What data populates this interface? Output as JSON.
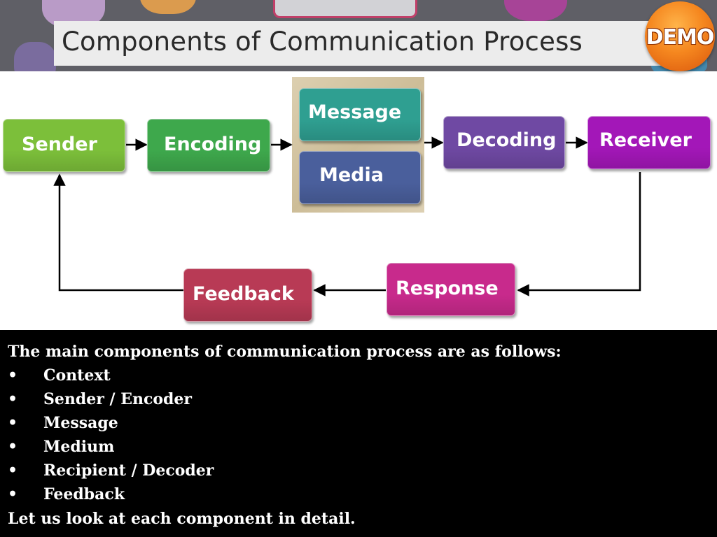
{
  "slide": {
    "title": "Components of Communication Process",
    "badge": "DEMO",
    "colors": {
      "banner": "#5f5f66",
      "title_bar": "#ececec",
      "badge": "#f5871f",
      "text_panel": "#000000"
    }
  },
  "diagram": {
    "nodes": [
      {
        "id": "sender",
        "label": "Sender",
        "color": "#7cbf3a"
      },
      {
        "id": "encoding",
        "label": "Encoding",
        "color": "#3ea84c"
      },
      {
        "id": "message",
        "label": "Message",
        "color": "#2f9f91"
      },
      {
        "id": "media",
        "label": "Media",
        "color": "#4a5f9c"
      },
      {
        "id": "decoding",
        "label": "Decoding",
        "color": "#6f49a3"
      },
      {
        "id": "receiver",
        "label": "Receiver",
        "color": "#a317b8"
      },
      {
        "id": "response",
        "label": "Response",
        "color": "#c82a8c"
      },
      {
        "id": "feedback",
        "label": "Feedback",
        "color": "#b83a55"
      }
    ],
    "edges": [
      [
        "sender",
        "encoding"
      ],
      [
        "encoding",
        "message"
      ],
      [
        "message",
        "decoding"
      ],
      [
        "decoding",
        "receiver"
      ],
      [
        "receiver",
        "response"
      ],
      [
        "response",
        "feedback"
      ],
      [
        "feedback",
        "sender"
      ]
    ]
  },
  "text_panel": {
    "intro": "The main components of communication process are as follows:",
    "bullet_symbol": "•",
    "bullets": [
      "Context",
      "Sender / Encoder",
      "Message",
      "Medium",
      "Recipient / Decoder",
      "Feedback"
    ],
    "outro": "Let us look at each component in detail."
  }
}
